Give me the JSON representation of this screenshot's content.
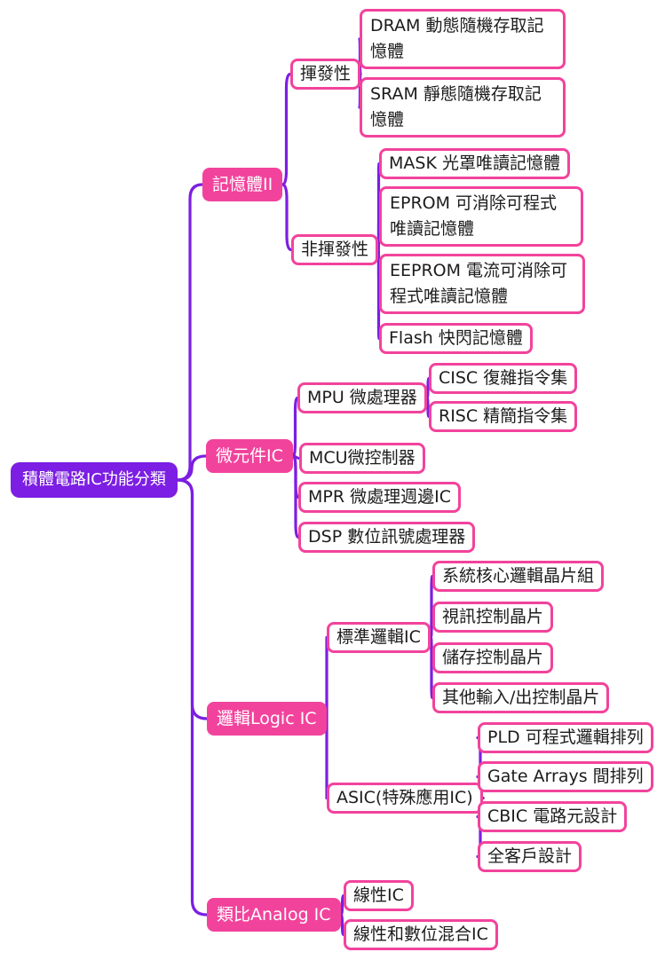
{
  "colors": {
    "root_fill": "#7c1ee3",
    "branch_fill": "#f2439c",
    "node_border": "#f2439c",
    "connector": "#7c1ee3",
    "node_text": "#1c1c1e",
    "light_text": "#ffffff",
    "background": "#ffffff"
  },
  "mindmap": {
    "root_label": "積體電路IC功能分類",
    "branches": [
      {
        "label": "記憶體II",
        "children": [
          {
            "label": "揮發性",
            "children": [
              {
                "label": "DRAM 動態隨機存取記憶體"
              },
              {
                "label": "SRAM 靜態隨機存取記憶體"
              }
            ]
          },
          {
            "label": "非揮發性",
            "children": [
              {
                "label": "MASK 光罩唯讀記憶體"
              },
              {
                "label": "EPROM 可消除可程式唯讀記憶體"
              },
              {
                "label": "EEPROM 電流可消除可程式唯讀記憶體"
              },
              {
                "label": "Flash 快閃記憶體"
              }
            ]
          }
        ]
      },
      {
        "label": "微元件IC",
        "children": [
          {
            "label": "MPU 微處理器",
            "children": [
              {
                "label": "CISC 復雜指令集"
              },
              {
                "label": "RISC 精簡指令集"
              }
            ]
          },
          {
            "label": "MCU微控制器"
          },
          {
            "label": "MPR 微處理週邊IC"
          },
          {
            "label": "DSP 數位訊號處理器"
          }
        ]
      },
      {
        "label": "邏輯Logic IC",
        "children": [
          {
            "label": "標準邏輯IC",
            "children": [
              {
                "label": "系統核心邏輯晶片組"
              },
              {
                "label": "視訊控制晶片"
              },
              {
                "label": "儲存控制晶片"
              },
              {
                "label": "其他輸入/出控制晶片"
              }
            ]
          },
          {
            "label": "ASIC(特殊應用IC)",
            "children": [
              {
                "label": "PLD 可程式邏輯排列"
              },
              {
                "label": "Gate Arrays 間排列"
              },
              {
                "label": "CBIC 電路元設計"
              },
              {
                "label": "全客戶設計"
              }
            ]
          }
        ]
      },
      {
        "label": "類比Analog IC",
        "children": [
          {
            "label": "線性IC"
          },
          {
            "label": "線性和數位混合IC"
          }
        ]
      }
    ]
  }
}
